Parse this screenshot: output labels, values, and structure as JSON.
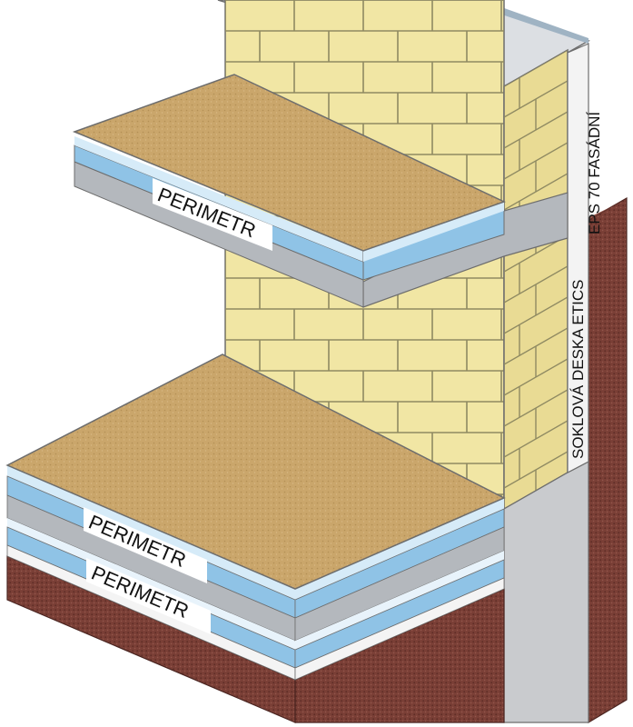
{
  "labels": {
    "perimetr_top": "PERIMETR",
    "perimetr_mid": "PERIMETR",
    "perimetr_bottom": "PERIMETR",
    "eps_facade": "EPS 70 FASÁDNÍ",
    "plinth_board": "SOKLOVÁ DESKA ETICS"
  },
  "colors": {
    "brick": "#f1e6a4",
    "brick_side": "#e9db94",
    "mortar": "#8f8a62",
    "screed": "#c9a56a",
    "insulation_blue": "#8fc3e6",
    "insulation_light": "#d6ebf8",
    "membrane_gray": "#b4b8bd",
    "concrete": "#c9cbce",
    "soil": "#7a3f36"
  }
}
